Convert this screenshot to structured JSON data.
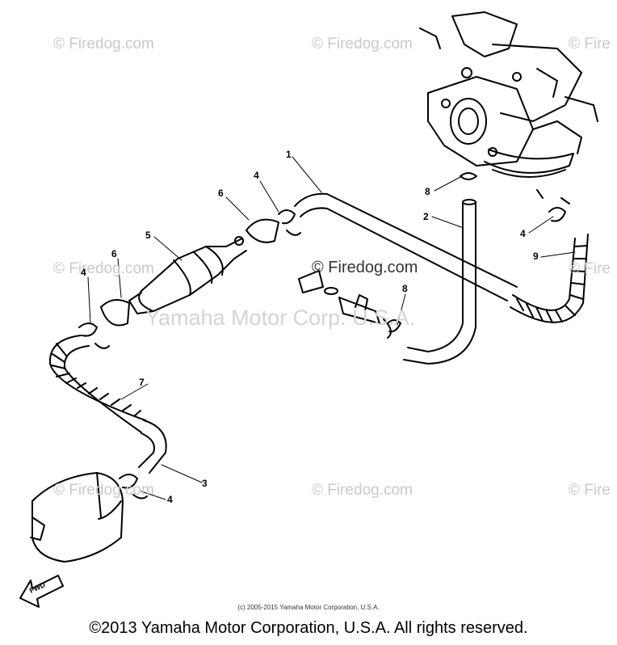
{
  "watermarks": {
    "firedog": "© Firedog.com",
    "firedog_cut": "© Fire",
    "yamaha": "Yamaha Motor Corp. U.S.A."
  },
  "callouts": [
    "1",
    "2",
    "3",
    "4",
    "4",
    "4",
    "4",
    "5",
    "6",
    "6",
    "7",
    "8",
    "8",
    "9"
  ],
  "fwd_label": "FWD",
  "small_copyright": "(c) 2005-2015 Yamaha Motor Corporation, U.S.A.",
  "footer_copyright": "©2013 Yamaha Motor Corporation, U.S.A. All rights reserved."
}
